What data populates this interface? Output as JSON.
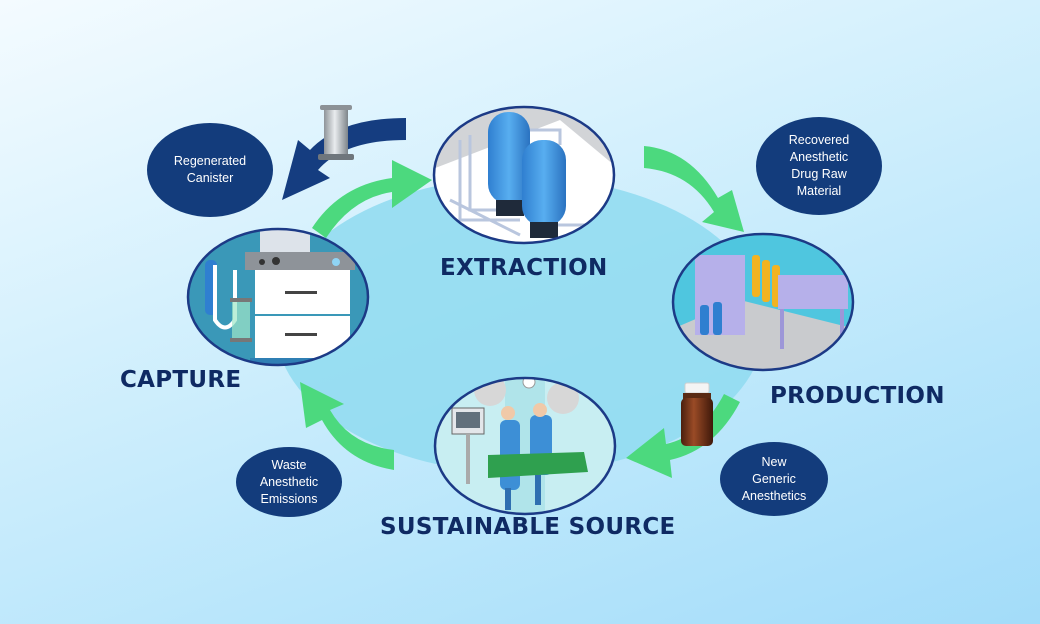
{
  "diagram": {
    "title": "Anesthetic recovery cycle",
    "colors": {
      "label_text": "#0f2a63",
      "bubble_fill": "#133c7c",
      "bubble_text": "#ffffff",
      "cycle_arrow": "#4cd97e",
      "canister_arrow": "#153d80",
      "central_blob": "#8fdaf0",
      "circle_border": "#1c3a86"
    },
    "stages": [
      {
        "id": "extraction",
        "label": "EXTRACTION",
        "illustration": "blue-filter-tanks-with-pipes"
      },
      {
        "id": "production",
        "label": "PRODUCTION",
        "illustration": "industrial-processing-equipment"
      },
      {
        "id": "sustainable_source",
        "label": "SUSTAINABLE SOURCE",
        "illustration": "surgical-operating-room"
      },
      {
        "id": "capture",
        "label": "CAPTURE",
        "illustration": "anesthesia-machine-with-canister"
      }
    ],
    "bubbles": {
      "regenerated_canister": {
        "lines": [
          "Regenerated",
          "Canister"
        ]
      },
      "recovered_material": {
        "lines": [
          "Recovered",
          "Anesthetic",
          "Drug Raw",
          "Material"
        ]
      },
      "new_generic": {
        "lines": [
          "New",
          "Generic",
          "Anesthetics"
        ]
      },
      "waste_emissions": {
        "lines": [
          "Waste",
          "Anesthetic",
          "Emissions"
        ]
      }
    },
    "flow": [
      {
        "from": "capture",
        "to": "extraction",
        "icon": "green-arrow"
      },
      {
        "from": "extraction",
        "to": "production",
        "icon": "green-arrow"
      },
      {
        "from": "production",
        "to": "sustainable_source",
        "icon": "green-arrow"
      },
      {
        "from": "sustainable_source",
        "to": "capture",
        "icon": "green-arrow"
      },
      {
        "from": "extraction",
        "to": "regenerated_canister",
        "icon": "navy-arrow"
      }
    ],
    "icons": {
      "canister": "canister-icon",
      "bottle": "medicine-bottle-icon"
    }
  }
}
